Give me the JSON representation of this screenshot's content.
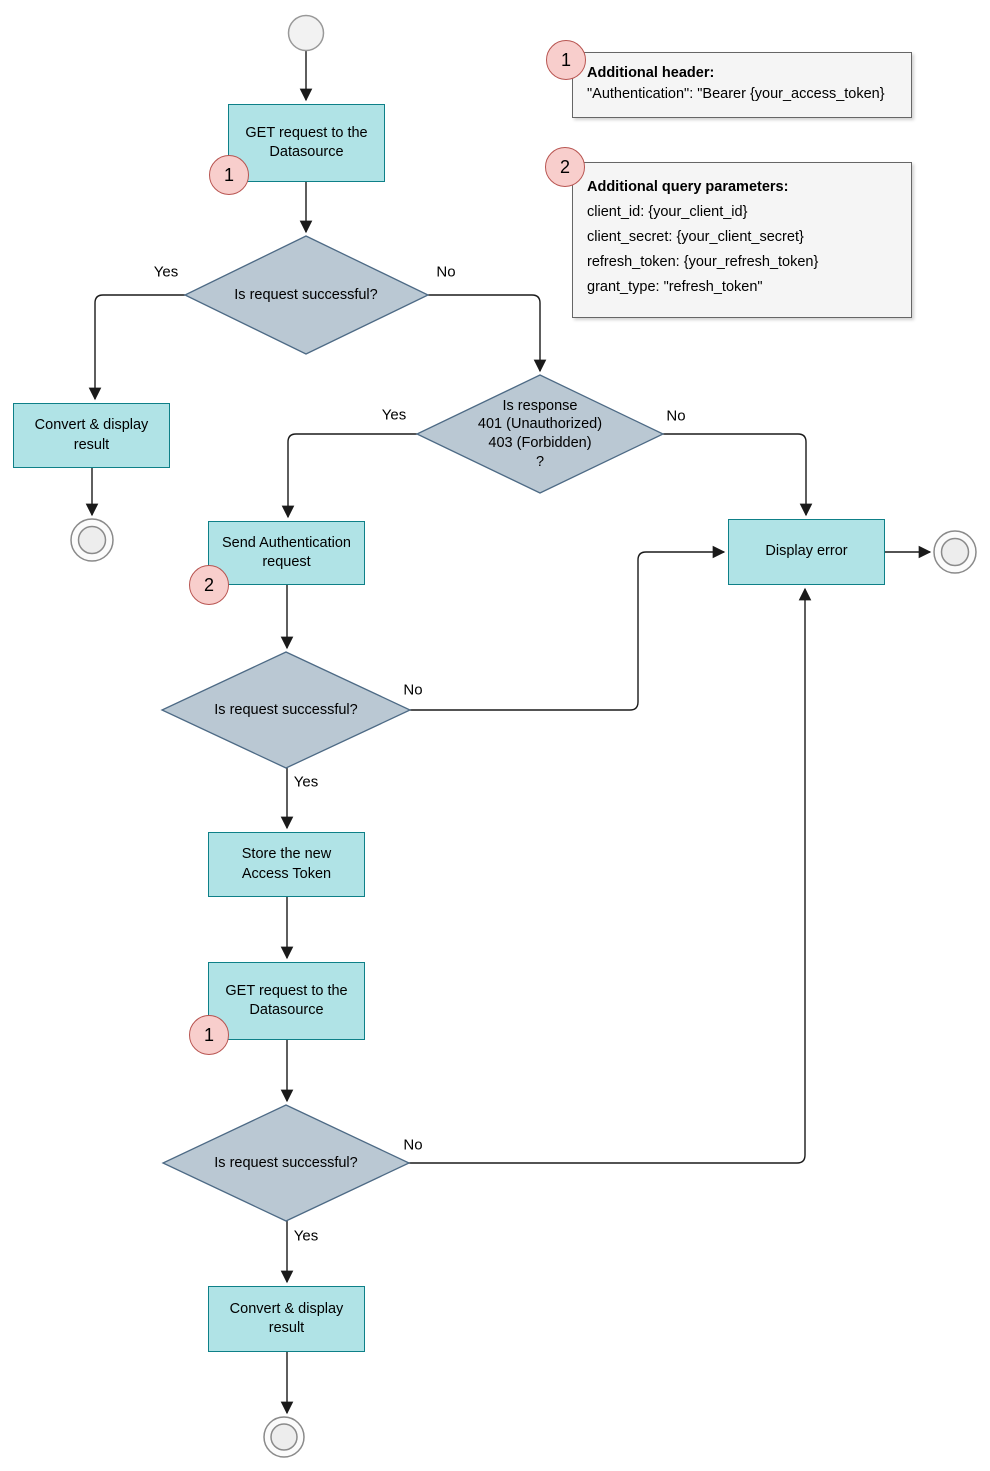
{
  "colors": {
    "process_fill": "#b0e3e6",
    "process_stroke": "#0e8088",
    "decision_fill": "#bac8d3",
    "decision_stroke": "#4d6a85",
    "badge_fill": "#f8cecc",
    "badge_stroke": "#b85450",
    "note_fill": "#f5f5f5",
    "note_stroke": "#666666",
    "terminal_fill": "#f2f2f2",
    "terminal_stroke": "#999999",
    "end_stroke": "#8a8a8a",
    "arrow": "#1a1a1a"
  },
  "badges": {
    "b1": "1",
    "b2": "2"
  },
  "nodes": {
    "get1": "GET request to the\nDatasource",
    "d1": "Is request successful?",
    "convert1": "Convert & display\nresult",
    "d2": "Is response\n401 (Unauthorized)\n403 (Forbidden)\n?",
    "send_auth": "Send Authentication\nrequest",
    "display_error": "Display error",
    "d3": "Is request successful?",
    "store": "Store the new\nAccess Token",
    "get2": "GET request to the\nDatasource",
    "d4": "Is request successful?",
    "convert2": "Convert & display\nresult"
  },
  "edge_labels": {
    "d1_yes": "Yes",
    "d1_no": "No",
    "d2_yes": "Yes",
    "d2_no": "No",
    "d3_yes": "Yes",
    "d3_no": "No",
    "d4_yes": "Yes",
    "d4_no": "No"
  },
  "notes": {
    "note1": {
      "title": "Additional header:",
      "line1": "\"Authentication\": \"Bearer {your_access_token}"
    },
    "note2": {
      "title": "Additional query parameters:",
      "line1": "client_id: {your_client_id}",
      "line2": "client_secret: {your_client_secret}",
      "line3": "refresh_token: {your_refresh_token}",
      "line4": "grant_type: \"refresh_token\""
    }
  }
}
